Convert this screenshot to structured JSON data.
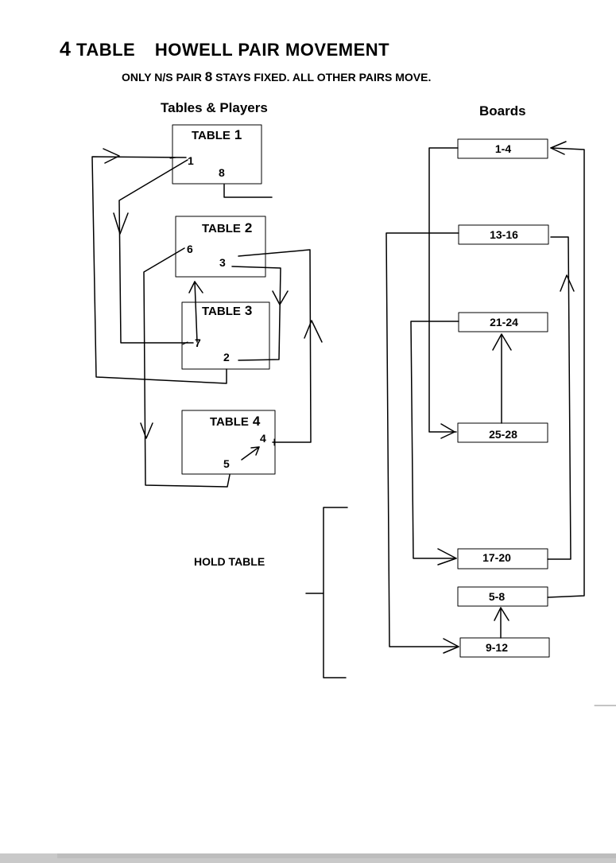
{
  "header": {
    "title_number": "4",
    "title_word1": "TABLE",
    "title_rest": "HOWELL PAIR",
    "title_word_last": "MOVEMENT",
    "subtitle_pre": "ONLY N/S PAIR",
    "subtitle_num": "8",
    "subtitle_post": "STAYS FIXED. ALL OTHER PAIRS MOVE."
  },
  "tables_heading": "Tables & Players",
  "boards_heading": "Boards",
  "tables": [
    {
      "label": "TABLE",
      "number": "1",
      "ew": "1",
      "ns": "8"
    },
    {
      "label": "TABLE",
      "number": "2",
      "ew": "6",
      "ns": "3"
    },
    {
      "label": "TABLE",
      "number": "3",
      "ew": "7",
      "ns": "2"
    },
    {
      "label": "TABLE",
      "number": "4",
      "ew": "4",
      "ns": "5"
    }
  ],
  "hold_table": "HOLD TABLE",
  "boards": [
    "1-4",
    "13-16",
    "21-24",
    "25-28",
    "17-20",
    "5-8",
    "9-12"
  ]
}
